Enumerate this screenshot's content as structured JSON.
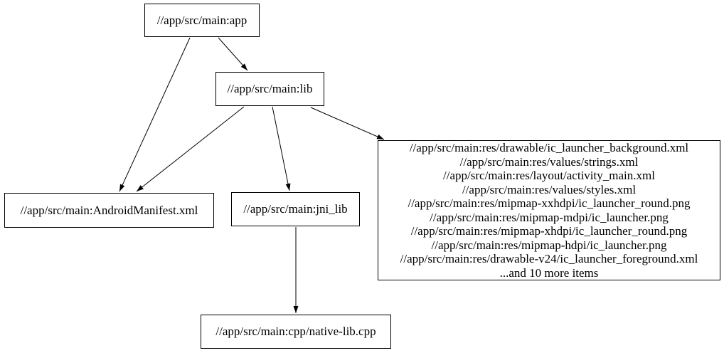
{
  "diagram": {
    "type": "dependency-graph",
    "background_color": "#ffffff",
    "edge_color": "#000000",
    "node_border_color": "#000000",
    "nodes": {
      "app": {
        "label": "//app/src/main:app"
      },
      "lib": {
        "label": "//app/src/main:lib"
      },
      "android_manifest": {
        "label": "//app/src/main:AndroidManifest.xml"
      },
      "jni_lib": {
        "label": "//app/src/main:jni_lib"
      },
      "native_lib": {
        "label": "//app/src/main:cpp/native-lib.cpp"
      },
      "res_group": {
        "lines": [
          "//app/src/main:res/drawable/ic_launcher_background.xml",
          "//app/src/main:res/values/strings.xml",
          "//app/src/main:res/layout/activity_main.xml",
          "//app/src/main:res/values/styles.xml",
          "//app/src/main:res/mipmap-xxhdpi/ic_launcher_round.png",
          "//app/src/main:res/mipmap-mdpi/ic_launcher.png",
          "//app/src/main:res/mipmap-xhdpi/ic_launcher_round.png",
          "//app/src/main:res/mipmap-hdpi/ic_launcher.png",
          "//app/src/main:res/drawable-v24/ic_launcher_foreground.xml",
          "...and 10 more items"
        ]
      }
    },
    "edges": [
      {
        "from": "app",
        "to": "lib"
      },
      {
        "from": "app",
        "to": "android_manifest"
      },
      {
        "from": "lib",
        "to": "android_manifest"
      },
      {
        "from": "lib",
        "to": "jni_lib"
      },
      {
        "from": "lib",
        "to": "res_group"
      },
      {
        "from": "jni_lib",
        "to": "native_lib"
      }
    ]
  }
}
